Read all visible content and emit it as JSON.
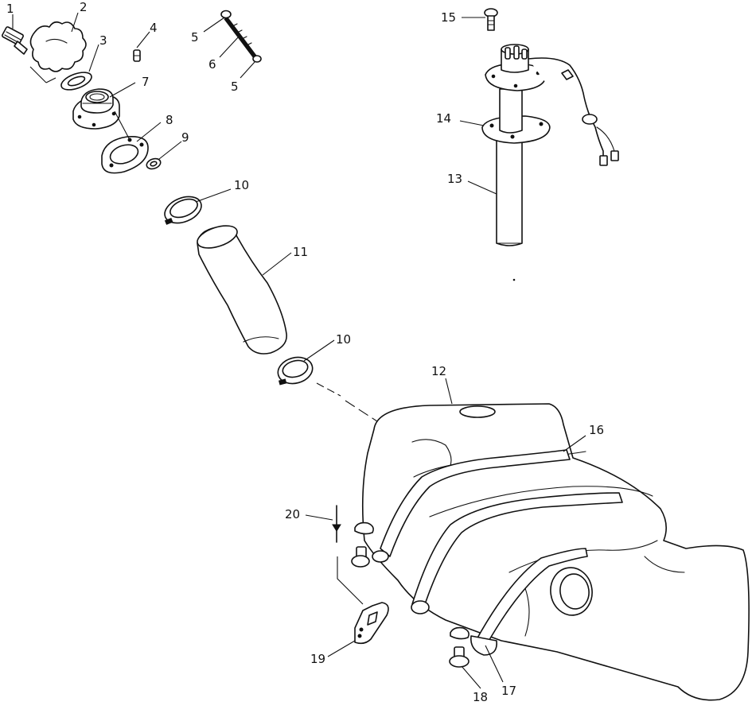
{
  "diagram": {
    "callouts": [
      {
        "id": "c1",
        "label": "1"
      },
      {
        "id": "c2",
        "label": "2"
      },
      {
        "id": "c3",
        "label": "3"
      },
      {
        "id": "c4",
        "label": "4"
      },
      {
        "id": "c5a",
        "label": "5"
      },
      {
        "id": "c6",
        "label": "6"
      },
      {
        "id": "c5b",
        "label": "5"
      },
      {
        "id": "c7",
        "label": "7"
      },
      {
        "id": "c8",
        "label": "8"
      },
      {
        "id": "c9",
        "label": "9"
      },
      {
        "id": "c10a",
        "label": "10"
      },
      {
        "id": "c11",
        "label": "11"
      },
      {
        "id": "c10b",
        "label": "10"
      },
      {
        "id": "c12",
        "label": "12"
      },
      {
        "id": "c13",
        "label": "13"
      },
      {
        "id": "c14",
        "label": "14"
      },
      {
        "id": "c15",
        "label": "15"
      },
      {
        "id": "c16",
        "label": "16"
      },
      {
        "id": "c17",
        "label": "17"
      },
      {
        "id": "c18",
        "label": "18"
      },
      {
        "id": "c19",
        "label": "19"
      },
      {
        "id": "c20",
        "label": "20"
      }
    ]
  }
}
